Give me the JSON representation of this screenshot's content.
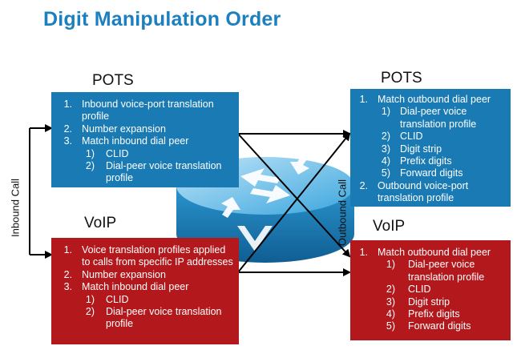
{
  "title": "Digit Manipulation Order",
  "left": {
    "pots_header": "POTS",
    "voip_header": "VoIP",
    "side_label": "Inbound Call",
    "pots_box": {
      "items": [
        {
          "num": "1.",
          "text": "Inbound voice-port translation profile"
        },
        {
          "num": "2.",
          "text": "Number expansion"
        },
        {
          "num": "3.",
          "text": "Match inbound dial peer"
        }
      ],
      "subitems": [
        {
          "num": "1)",
          "text": "CLID"
        },
        {
          "num": "2)",
          "text": "Dial-peer voice translation profile"
        }
      ]
    },
    "voip_box": {
      "items": [
        {
          "num": "1.",
          "text": "Voice translation profiles applied to calls from specific IP addresses"
        },
        {
          "num": "2.",
          "text": "Number expansion"
        },
        {
          "num": "3.",
          "text": "Match inbound dial peer"
        }
      ],
      "subitems": [
        {
          "num": "1)",
          "text": "CLID"
        },
        {
          "num": "2)",
          "text": "Dial-peer voice translation profile"
        }
      ]
    }
  },
  "right": {
    "pots_header": "POTS",
    "voip_header": "VoIP",
    "side_label": "Outbound Call",
    "pots_box": {
      "item1": {
        "num": "1.",
        "text": "Match outbound dial peer"
      },
      "subitems": [
        {
          "num": "1)",
          "text": "Dial-peer voice translation profile"
        },
        {
          "num": "2)",
          "text": "CLID"
        },
        {
          "num": "3)",
          "text": "Digit strip"
        },
        {
          "num": "4)",
          "text": "Prefix digits"
        },
        {
          "num": "5)",
          "text": "Forward digits"
        }
      ],
      "item2": {
        "num": "2.",
        "text": "Outbound voice-port translation profile"
      }
    },
    "voip_box": {
      "item1": {
        "num": "1.",
        "text": "Match outbound dial peer"
      },
      "subitems": [
        {
          "num": "1)",
          "text": "Dial-peer voice translation profile"
        },
        {
          "num": "2)",
          "text": "CLID"
        },
        {
          "num": "3)",
          "text": "Digit strip"
        },
        {
          "num": "4)",
          "text": "Prefix digits"
        },
        {
          "num": "5)",
          "text": "Forward digits"
        }
      ]
    }
  },
  "colors": {
    "blue_box": "#1a7bb4",
    "red_box": "#b3191c",
    "title": "#1b7fc0",
    "router": "#2a9bd4"
  }
}
